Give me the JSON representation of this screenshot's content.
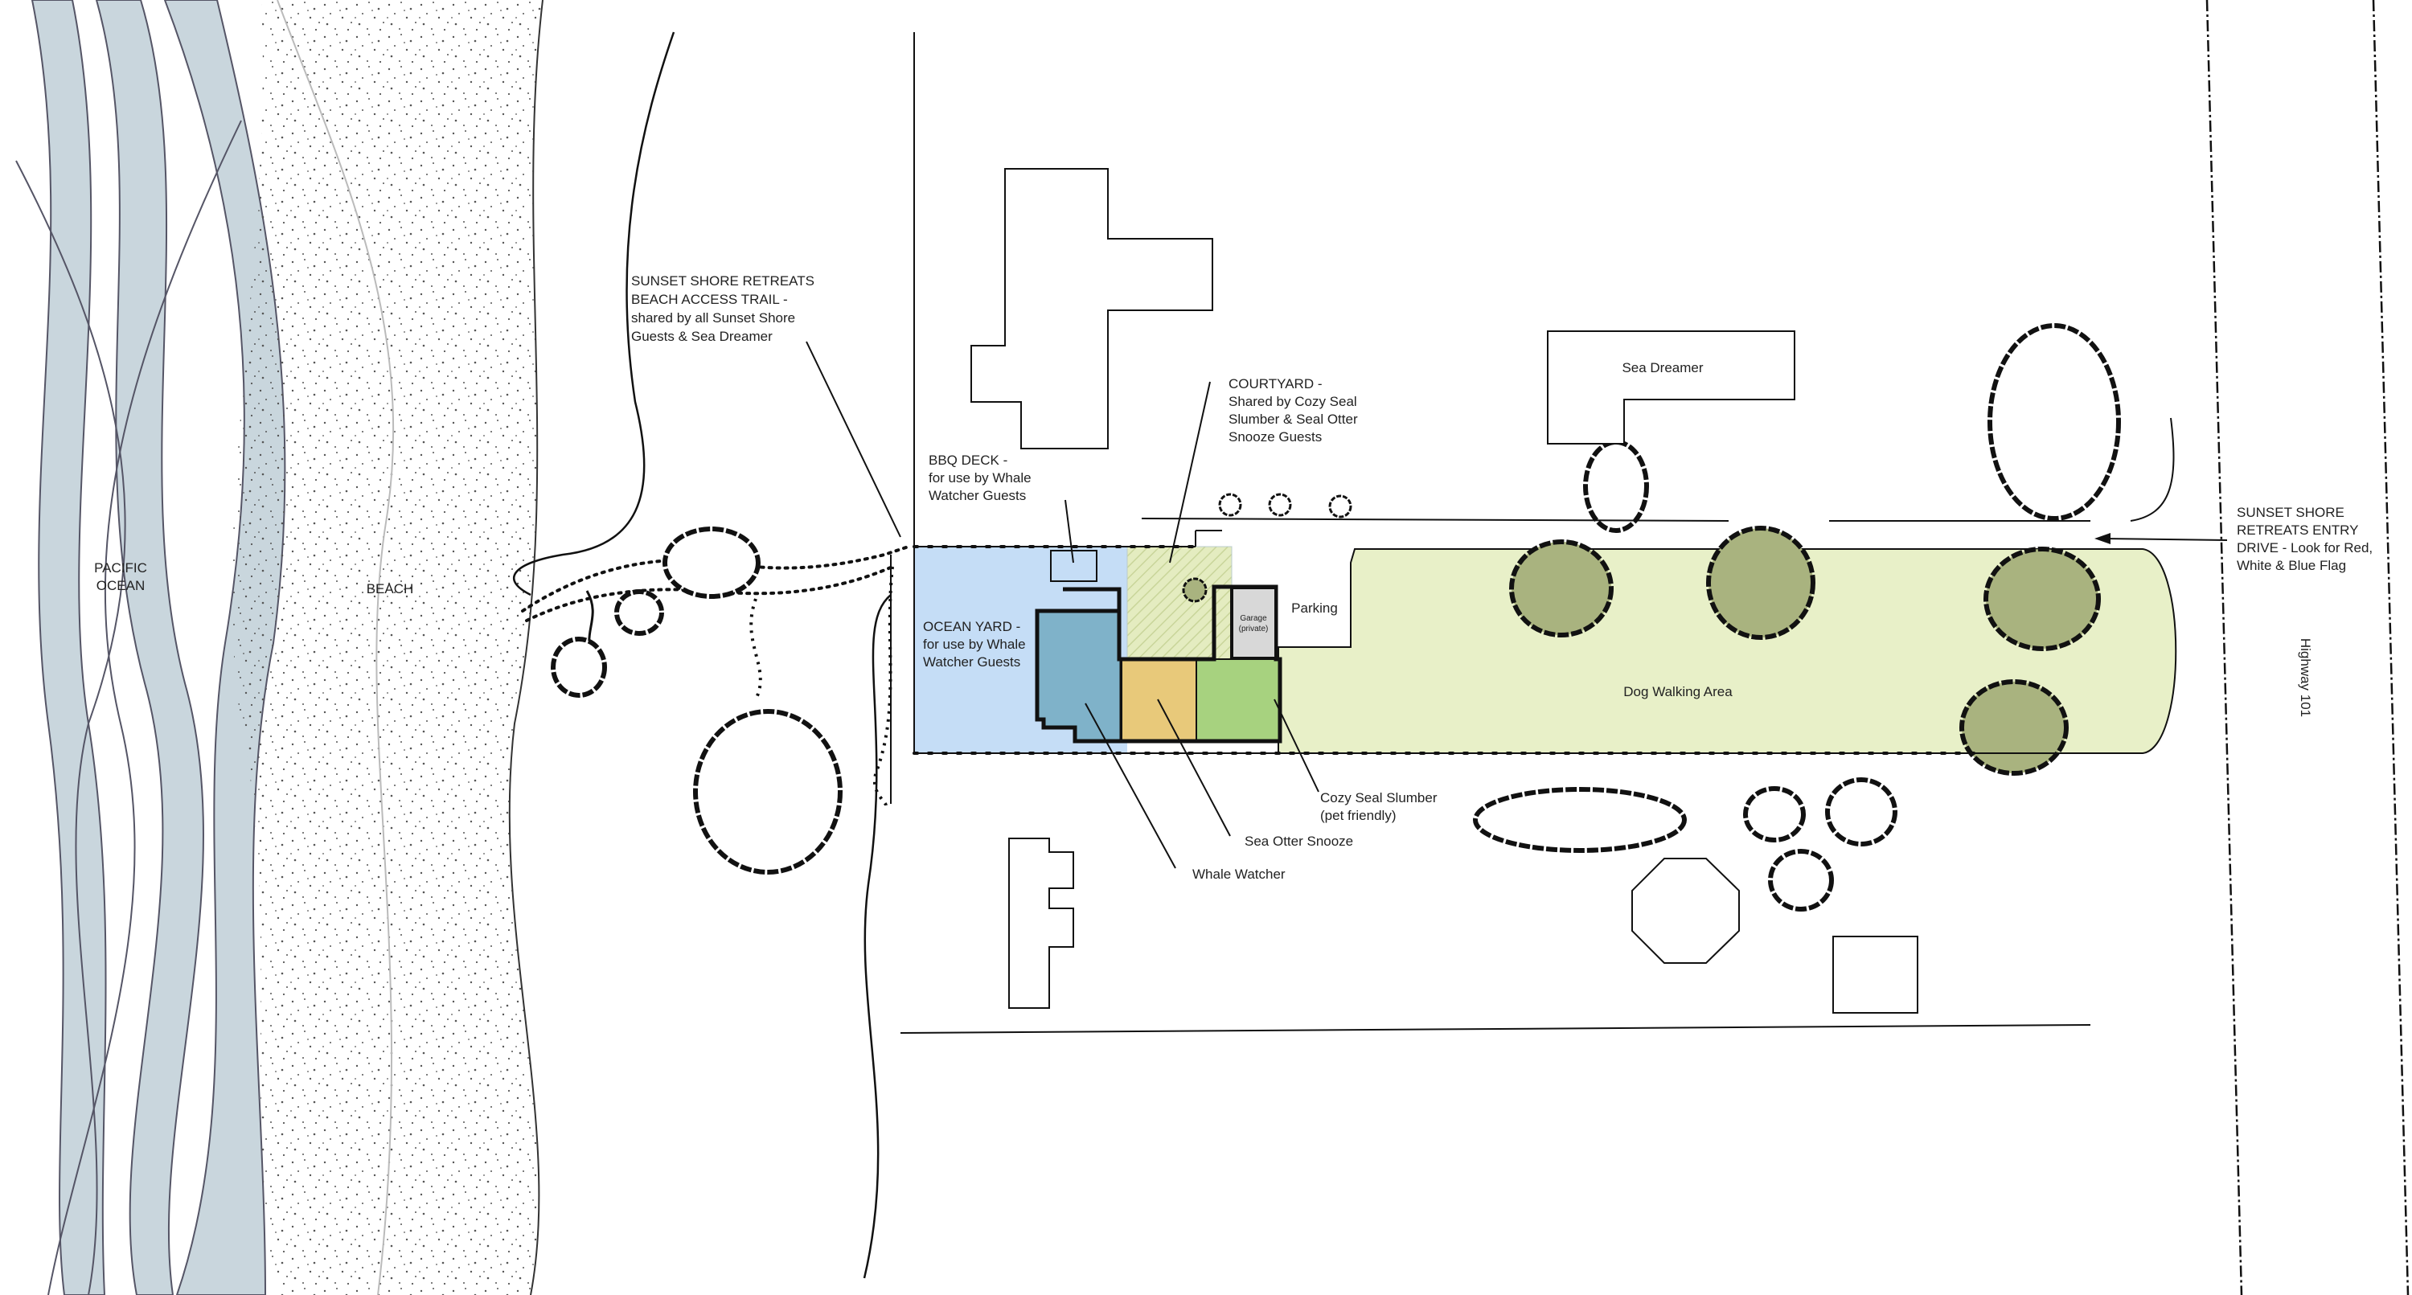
{
  "water_label": [
    "PACIFIC",
    "OCEAN"
  ],
  "beach_label": "BEACH",
  "beach_trail": [
    "SUNSET SHORE RETREATS",
    "BEACH ACCESS TRAIL -",
    "shared by all Sunset Shore",
    "Guests & Sea Dreamer"
  ],
  "bbq_deck": [
    "BBQ DECK -",
    "for use by Whale",
    "Watcher Guests"
  ],
  "courtyard": [
    "COURTYARD -",
    "Shared by Cozy Seal",
    "Slumber & Seal Otter",
    "Snooze Guests"
  ],
  "ocean_yard": [
    "OCEAN YARD -",
    "for use by Whale",
    "Watcher Guests"
  ],
  "sea_dreamer": "Sea Dreamer",
  "parking": "Parking",
  "garage": [
    "Garage",
    "(private)"
  ],
  "dog_area": "Dog Walking Area",
  "entry_drive": [
    "SUNSET SHORE",
    "RETREATS ENTRY",
    "DRIVE - Look for Red,",
    "White & Blue Flag"
  ],
  "highway": "Highway 101",
  "cozy_seal": [
    "Cozy Seal Slumber",
    "(pet friendly)"
  ],
  "sea_otter": "Sea Otter Snooze",
  "whale_watcher": "Whale Watcher",
  "colors": {
    "water": "#c9d6dd",
    "ocean_yard": "#c5ddf6",
    "courtyard": "#e4ecc0",
    "whale_watcher": "#7fb2c9",
    "sea_otter": "#e8c97a",
    "cozy_seal": "#a7d27f",
    "dog_area": "#e8f0c8",
    "tree_fill": "#a9b37f",
    "garage": "#d8d8d8"
  }
}
